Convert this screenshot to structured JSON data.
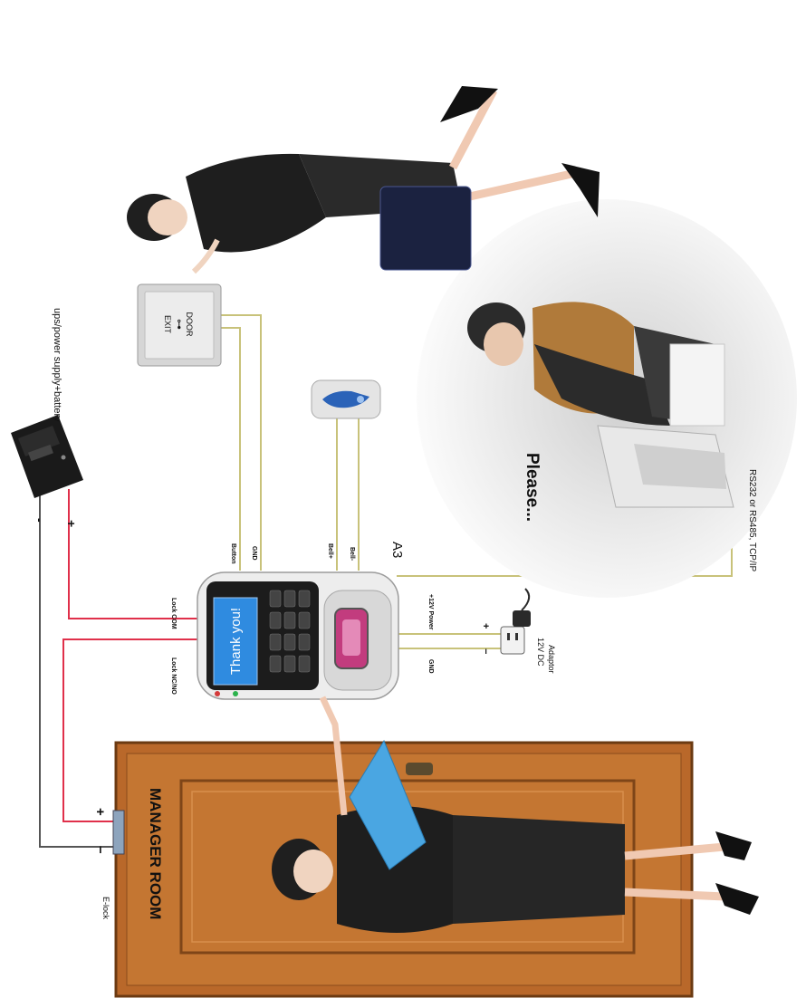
{
  "labels": {
    "ups": "ups/power supply+battery",
    "plus_top": "+",
    "minus_top": "-",
    "lock_com": "Lock COM",
    "lock_nc_no": "Lock NC/NO",
    "button": "Button",
    "gnd_top": "GND",
    "bell_plus": "Bell+",
    "bell_minus": "Bell-",
    "model": "A3",
    "power": "+12V Power",
    "gnd_bottom": "GND",
    "adaptor_line1": "12V DC",
    "adaptor_line2": "Adaptor",
    "adaptor_plus": "+",
    "adaptor_minus": "−",
    "screen_text": "Thank you!",
    "please": "Please...",
    "comm": "RS232 or RS485, TCP/IP",
    "door_sign": "MANAGER ROOM",
    "elock": "E-lock",
    "elock_plus": "+",
    "elock_minus": "−",
    "exit_line1": "DOOR",
    "exit_line2": "EXIT"
  },
  "colors": {
    "red_wire": "#e0304a",
    "gray_wire": "#555555",
    "yellow_wire": "#c8c27a",
    "door": "#b9682a",
    "screen": "#2f8be0"
  }
}
